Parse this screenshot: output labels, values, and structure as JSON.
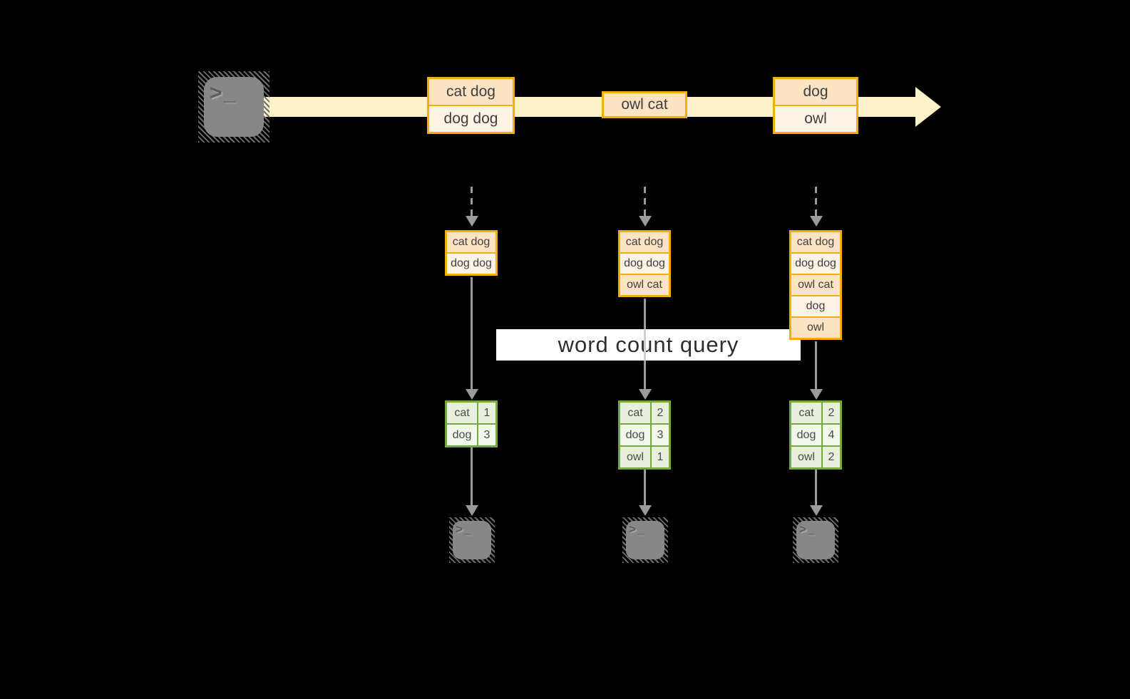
{
  "palette": {
    "background": "#000000",
    "stream_band": "#FCF1C9",
    "amber_border": "#F1AF0B",
    "peach_fill": "#FBE3C4",
    "cream_fill": "#FDF3E5",
    "green_border": "#74A841",
    "sage_fill": "#E8EFDC",
    "pale_green_fill": "#F2F7EC",
    "arrow_gray": "#9B9B9B",
    "terminal_gray": "#878787",
    "text_dark": "#3D3D3D"
  },
  "source_terminal": {
    "glyph": ">_"
  },
  "stream": {
    "batches": [
      {
        "lines": [
          "cat dog",
          "dog dog"
        ]
      },
      {
        "lines": [
          "owl cat"
        ]
      },
      {
        "lines": [
          "dog",
          "owl"
        ]
      }
    ]
  },
  "query": {
    "label": "word count query"
  },
  "columns": [
    {
      "buffer": [
        "cat dog",
        "dog dog"
      ],
      "counts": [
        {
          "word": "cat",
          "count": "1"
        },
        {
          "word": "dog",
          "count": "3"
        }
      ],
      "terminal_glyph": ">_"
    },
    {
      "buffer": [
        "cat dog",
        "dog dog",
        "owl cat"
      ],
      "counts": [
        {
          "word": "cat",
          "count": "2"
        },
        {
          "word": "dog",
          "count": "3"
        },
        {
          "word": "owl",
          "count": "1"
        }
      ],
      "terminal_glyph": ">_"
    },
    {
      "buffer": [
        "cat dog",
        "dog dog",
        "owl cat",
        "dog",
        "owl"
      ],
      "counts": [
        {
          "word": "cat",
          "count": "2"
        },
        {
          "word": "dog",
          "count": "4"
        },
        {
          "word": "owl",
          "count": "2"
        }
      ],
      "terminal_glyph": ">_"
    }
  ]
}
